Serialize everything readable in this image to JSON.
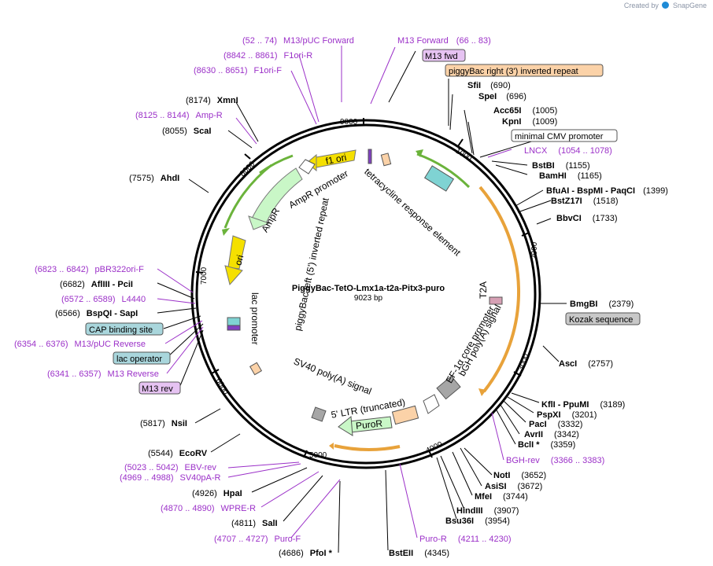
{
  "brand": {
    "prefix": "Created by",
    "name": "SnapGene"
  },
  "plasmid": {
    "name": "PiggyBac-TetO-Lmx1a-t2a-Pitx3-puro",
    "length_label": "9023 bp",
    "length": 9023
  },
  "ticks": [
    "1000",
    "2000",
    "3000",
    "4000",
    "5000",
    "6000",
    "7000",
    "8000",
    "9000"
  ],
  "features": [
    {
      "label": "f1 ori",
      "color": "#f5e000"
    },
    {
      "label": "AmpR promoter",
      "color": "#ffffff"
    },
    {
      "label": "AmpR",
      "color": "#c9f7c7"
    },
    {
      "label": "ori",
      "color": "#f5e000"
    },
    {
      "label": "piggyBac left (5') inverted repeat",
      "color": "#fbd2a8"
    },
    {
      "label": "lac promoter",
      "color": "#ffffff"
    },
    {
      "label": "tetracycline response element",
      "color": "#7fd3d3"
    },
    {
      "label": "T2A",
      "color": "#d6a0b4"
    },
    {
      "label": "EF-1α core promoter",
      "color": "#ffffff"
    },
    {
      "label": "bGH poly(A) signal",
      "color": "#a6a6a6"
    },
    {
      "label": "5' LTR (truncated)",
      "color": "#fbd2a8"
    },
    {
      "label": "PuroR",
      "color": "#c9f7c7"
    },
    {
      "label": "SV40 poly(A) signal",
      "color": "#a6a6a6"
    }
  ],
  "boxed_labels": [
    {
      "label": "M13 fwd",
      "fill": "#e6c3f2"
    },
    {
      "label": "piggyBac right (3') inverted repeat",
      "fill": "#fbd2a8"
    },
    {
      "label": "minimal CMV promoter",
      "fill": "#ffffff"
    },
    {
      "label": "Kozak sequence",
      "fill": "#c8c8c8"
    },
    {
      "label": "CAP binding site",
      "fill": "#a9d6dc"
    },
    {
      "label": "lac operator",
      "fill": "#a9d6dc"
    },
    {
      "label": "M13 rev",
      "fill": "#e6c3f2"
    }
  ],
  "site_labels": [
    {
      "type": "primer",
      "range": "(52 .. 74)",
      "name": "M13/pUC Forward"
    },
    {
      "type": "primer",
      "name": "M13 Forward",
      "range": "(66 .. 83)"
    },
    {
      "type": "primer",
      "range": "(8842 .. 8861)",
      "name": "F1ori-R"
    },
    {
      "type": "primer",
      "range": "(8630 .. 8651)",
      "name": "F1ori-F"
    },
    {
      "type": "enzyme",
      "name": "SfiI",
      "pos": "(690)"
    },
    {
      "type": "enzyme",
      "name": "SpeI",
      "pos": "(696)"
    },
    {
      "type": "enzyme",
      "pos": "(8174)",
      "name": "XmnI"
    },
    {
      "type": "primer",
      "range": "(8125 .. 8144)",
      "name": "Amp-R"
    },
    {
      "type": "enzyme",
      "name": "Acc65I",
      "pos": "(1005)"
    },
    {
      "type": "enzyme",
      "name": "KpnI",
      "pos": "(1009)"
    },
    {
      "type": "enzyme",
      "pos": "(8055)",
      "name": "ScaI"
    },
    {
      "type": "primer",
      "name": "LNCX",
      "range": "(1054 .. 1078)"
    },
    {
      "type": "enzyme",
      "name": "BstBI",
      "pos": "(1155)"
    },
    {
      "type": "enzyme",
      "name": "BamHI",
      "pos": "(1165)"
    },
    {
      "type": "enzyme",
      "pos": "(7575)",
      "name": "AhdI"
    },
    {
      "type": "enzyme",
      "name": "BfuAI  -  BspMI  -  PaqCI",
      "pos": "(1399)"
    },
    {
      "type": "enzyme",
      "name": "BstZ17I",
      "pos": "(1518)"
    },
    {
      "type": "enzyme",
      "name": "BbvCI",
      "pos": "(1733)"
    },
    {
      "type": "primer",
      "range": "(6823 .. 6842)",
      "name": "pBR322ori-F"
    },
    {
      "type": "enzyme",
      "pos": "(6682)",
      "name": "AflIII  -  PciI"
    },
    {
      "type": "primer",
      "range": "(6572 .. 6589)",
      "name": "L4440"
    },
    {
      "type": "enzyme",
      "name": "BmgBI",
      "pos": "(2379)"
    },
    {
      "type": "enzyme",
      "pos": "(6566)",
      "name": "BspQI  -  SapI"
    },
    {
      "type": "primer",
      "range": "(6354 .. 6376)",
      "name": "M13/pUC Reverse"
    },
    {
      "type": "enzyme",
      "name": "AscI",
      "pos": "(2757)"
    },
    {
      "type": "primer",
      "range": "(6341 .. 6357)",
      "name": "M13 Reverse"
    },
    {
      "type": "enzyme",
      "name": "KflI  -  PpuMI",
      "pos": "(3189)"
    },
    {
      "type": "enzyme",
      "name": "PspXI",
      "pos": "(3201)"
    },
    {
      "type": "enzyme",
      "pos": "(5817)",
      "name": "NsiI"
    },
    {
      "type": "enzyme",
      "name": "PacI",
      "pos": "(3332)"
    },
    {
      "type": "enzyme",
      "name": "AvrII",
      "pos": "(3342)"
    },
    {
      "type": "enzyme",
      "name": "BclI *",
      "pos": "(3359)"
    },
    {
      "type": "enzyme",
      "pos": "(5544)",
      "name": "EcoRV"
    },
    {
      "type": "primer",
      "name": "BGH-rev",
      "range": "(3366 .. 3383)"
    },
    {
      "type": "primer",
      "range": "(5023 .. 5042)",
      "name": "EBV-rev"
    },
    {
      "type": "primer",
      "range": "(4969 .. 4988)",
      "name": "SV40pA-R"
    },
    {
      "type": "enzyme",
      "name": "NotI",
      "pos": "(3652)"
    },
    {
      "type": "enzyme",
      "name": "AsiSI",
      "pos": "(3672)"
    },
    {
      "type": "enzyme",
      "pos": "(4926)",
      "name": "HpaI"
    },
    {
      "type": "enzyme",
      "name": "MfeI",
      "pos": "(3744)"
    },
    {
      "type": "primer",
      "range": "(4870 .. 4890)",
      "name": "WPRE-R"
    },
    {
      "type": "enzyme",
      "name": "HindIII",
      "pos": "(3907)"
    },
    {
      "type": "enzyme",
      "name": "Bsu36I",
      "pos": "(3954)"
    },
    {
      "type": "enzyme",
      "pos": "(4811)",
      "name": "SalI"
    },
    {
      "type": "primer",
      "range": "(4707 .. 4727)",
      "name": "Puro-F"
    },
    {
      "type": "primer",
      "name": "Puro-R",
      "range": "(4211 .. 4230)"
    },
    {
      "type": "enzyme",
      "pos": "(4686)",
      "name": "PfoI *"
    },
    {
      "type": "enzyme",
      "name": "BstEII",
      "pos": "(4345)"
    }
  ]
}
